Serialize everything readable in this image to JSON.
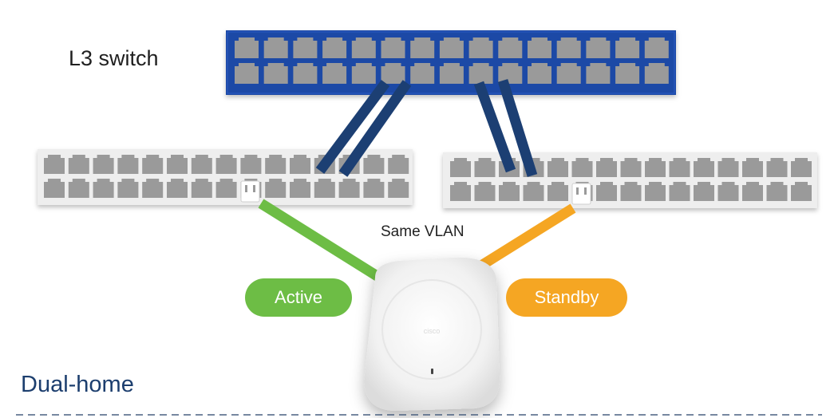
{
  "labels": {
    "core_switch": "L3 switch",
    "same_vlan": "Same VLAN",
    "active": "Active",
    "standby": "Standby",
    "title": "Dual-home"
  },
  "colors": {
    "core_switch_frame": "#1d48a6",
    "port_gray": "#9a9a9a",
    "uplink_navy": "#1c3f73",
    "active_green": "#6dbd45",
    "standby_orange": "#f5a623",
    "title_blue": "#1c3e6e",
    "divider": "#4a6080"
  },
  "icons": {
    "access_point": "access-point-icon",
    "switch": "switch-icon"
  }
}
